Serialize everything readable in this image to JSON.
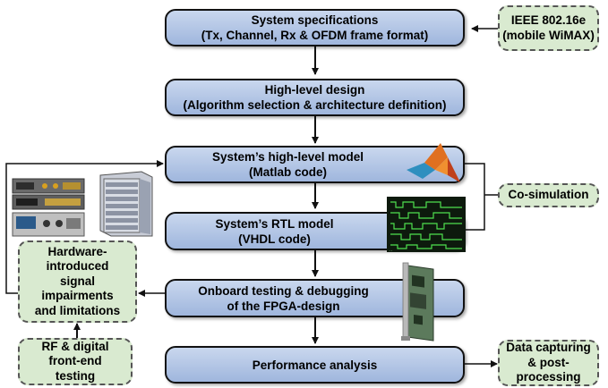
{
  "boxes": {
    "spec": {
      "line1": "System specifications",
      "line2": "(Tx, Channel, Rx & OFDM frame format)"
    },
    "hld": {
      "line1": "High-level design",
      "line2": "(Algorithm selection & architecture definition)"
    },
    "hlm": {
      "line1": "System’s high-level model",
      "line2": "(Matlab code)"
    },
    "rtl": {
      "line1": "System’s RTL model",
      "line2": "(VHDL code)"
    },
    "onboard": {
      "line1": "Onboard testing & debugging",
      "line2": "of the FPGA-design"
    },
    "perf": {
      "line1": "Performance analysis"
    }
  },
  "side": {
    "ieee": {
      "line1": "IEEE 802.16e",
      "line2": "(mobile WiMAX)"
    },
    "cosim": {
      "line1": "Co-simulation"
    },
    "hw": {
      "line1": "Hardware-",
      "line2": "introduced",
      "line3": "signal",
      "line4": "impairments",
      "line5": "and limitations"
    },
    "rf": {
      "line1": "RF & digital",
      "line2": "front-end",
      "line3": "testing"
    },
    "capture": {
      "line1": "Data capturing",
      "line2": "& post-",
      "line3": "processing"
    }
  },
  "icons": [
    "matlab-logo-icon",
    "waveform-display-icon",
    "fpga-board-icon",
    "test-instruments-icon",
    "server-rack-icon"
  ],
  "colors": {
    "main_fill": "#b7c9e8",
    "side_fill": "#d9ead0",
    "border": "#111111"
  }
}
